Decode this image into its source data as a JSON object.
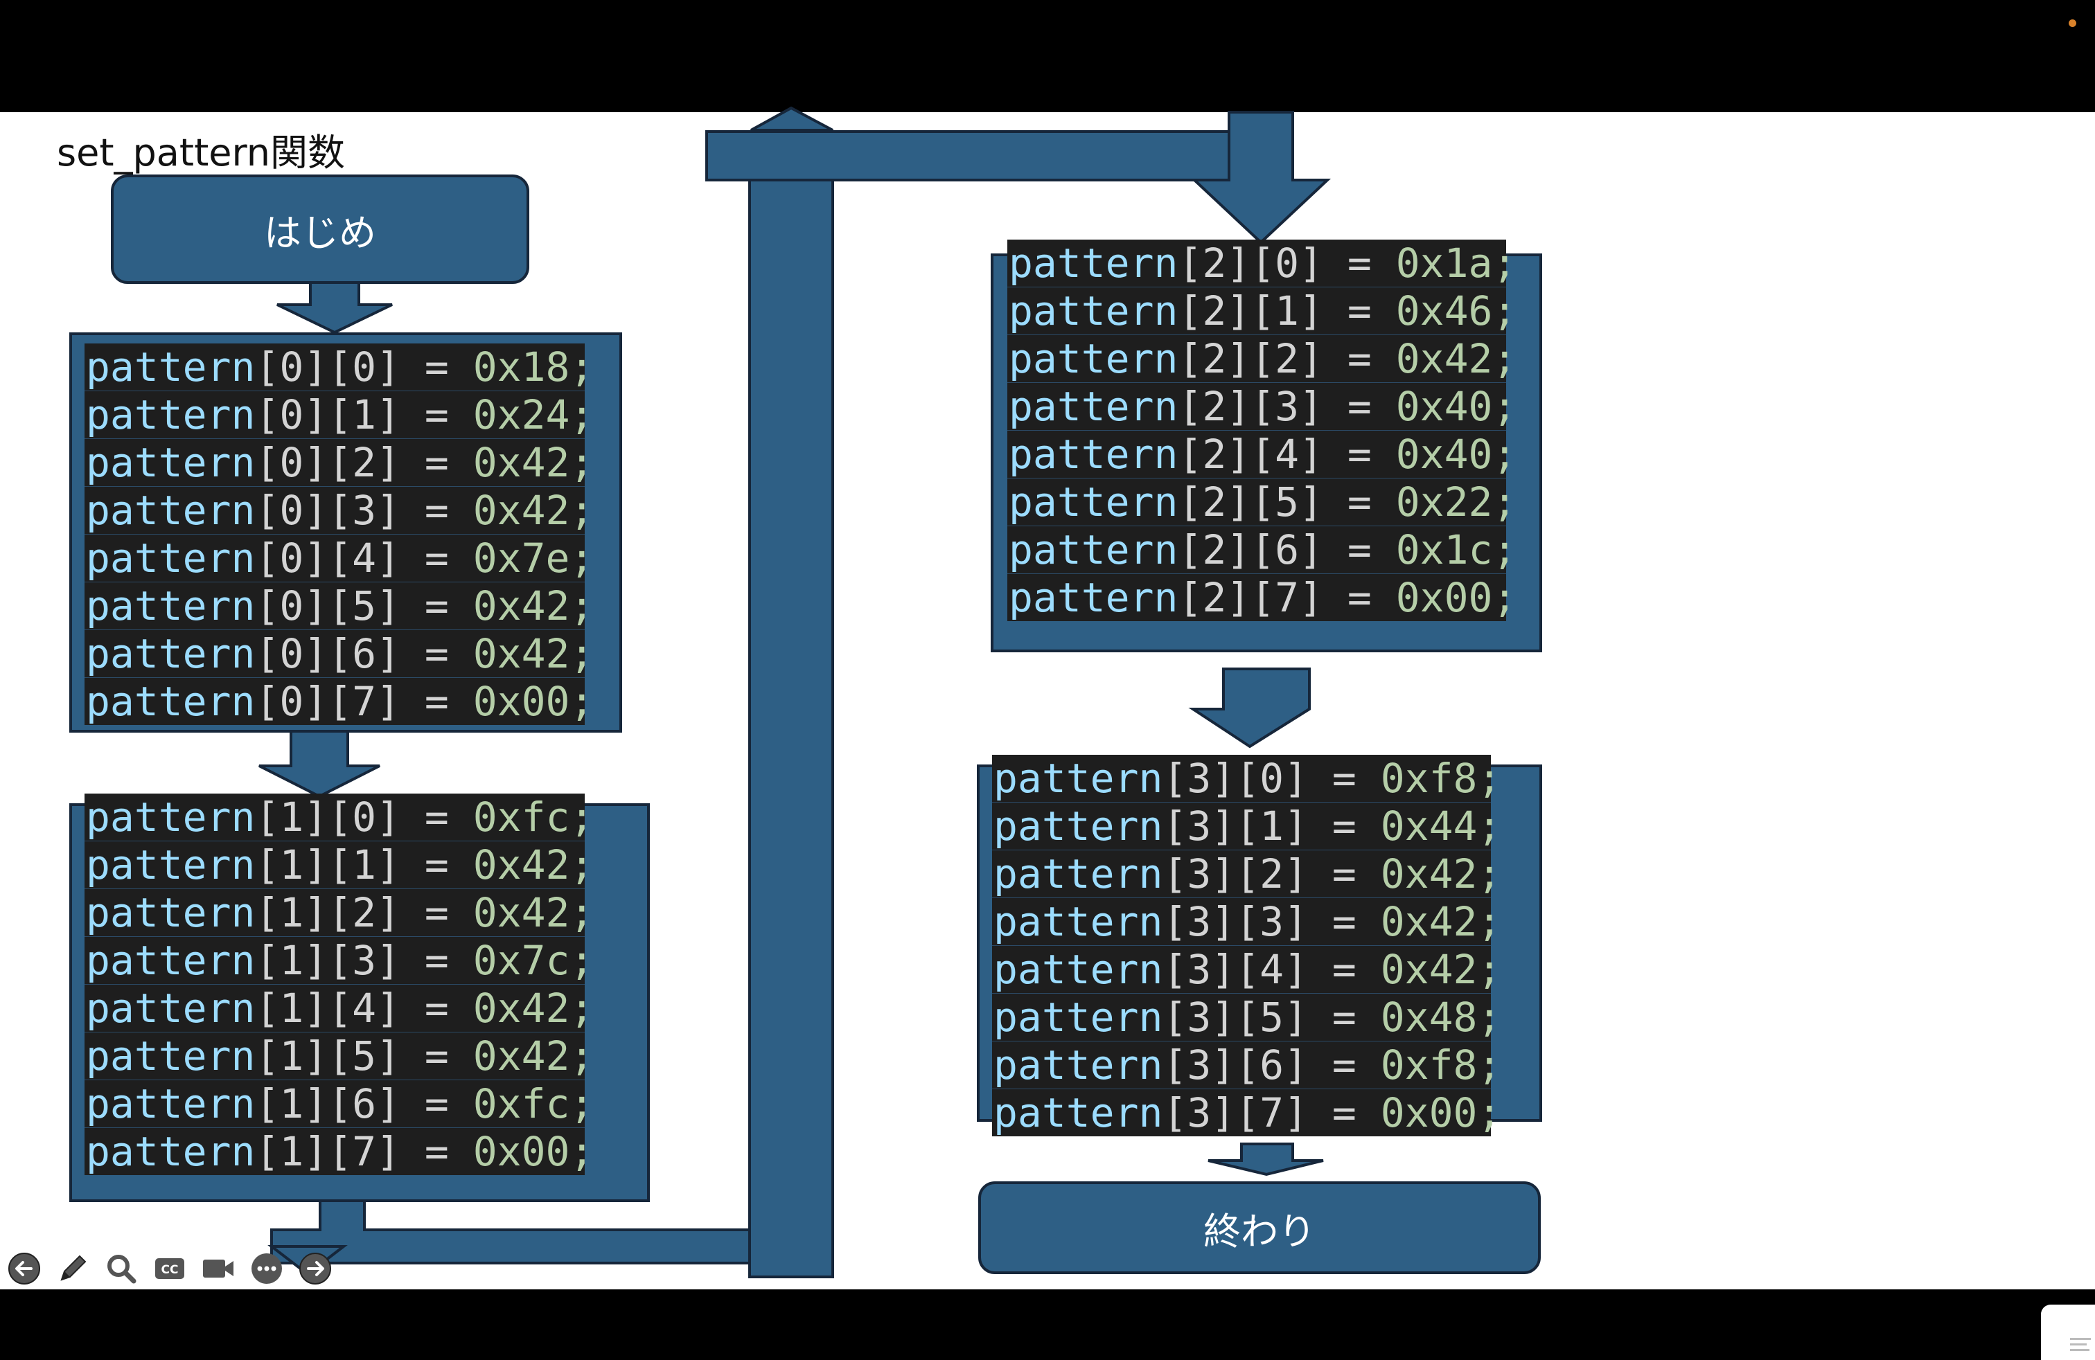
{
  "slide": {
    "title": "set_pattern関数",
    "start_label": "はじめ",
    "end_label": "終わり"
  },
  "blocks": [
    {
      "lines": [
        {
          "var": "pattern",
          "i": "[0]",
          "j": "[0]",
          "val": "0x18;"
        },
        {
          "var": "pattern",
          "i": "[0]",
          "j": "[1]",
          "val": "0x24;"
        },
        {
          "var": "pattern",
          "i": "[0]",
          "j": "[2]",
          "val": "0x42;"
        },
        {
          "var": "pattern",
          "i": "[0]",
          "j": "[3]",
          "val": "0x42;"
        },
        {
          "var": "pattern",
          "i": "[0]",
          "j": "[4]",
          "val": "0x7e;"
        },
        {
          "var": "pattern",
          "i": "[0]",
          "j": "[5]",
          "val": "0x42;"
        },
        {
          "var": "pattern",
          "i": "[0]",
          "j": "[6]",
          "val": "0x42;"
        },
        {
          "var": "pattern",
          "i": "[0]",
          "j": "[7]",
          "val": "0x00;"
        }
      ]
    },
    {
      "lines": [
        {
          "var": "pattern",
          "i": "[1]",
          "j": "[0]",
          "val": "0xfc;"
        },
        {
          "var": "pattern",
          "i": "[1]",
          "j": "[1]",
          "val": "0x42;"
        },
        {
          "var": "pattern",
          "i": "[1]",
          "j": "[2]",
          "val": "0x42;"
        },
        {
          "var": "pattern",
          "i": "[1]",
          "j": "[3]",
          "val": "0x7c;"
        },
        {
          "var": "pattern",
          "i": "[1]",
          "j": "[4]",
          "val": "0x42;"
        },
        {
          "var": "pattern",
          "i": "[1]",
          "j": "[5]",
          "val": "0x42;"
        },
        {
          "var": "pattern",
          "i": "[1]",
          "j": "[6]",
          "val": "0xfc;"
        },
        {
          "var": "pattern",
          "i": "[1]",
          "j": "[7]",
          "val": "0x00;"
        }
      ]
    },
    {
      "lines": [
        {
          "var": "pattern",
          "i": "[2]",
          "j": "[0]",
          "val": "0x1a;"
        },
        {
          "var": "pattern",
          "i": "[2]",
          "j": "[1]",
          "val": "0x46;"
        },
        {
          "var": "pattern",
          "i": "[2]",
          "j": "[2]",
          "val": "0x42;"
        },
        {
          "var": "pattern",
          "i": "[2]",
          "j": "[3]",
          "val": "0x40;"
        },
        {
          "var": "pattern",
          "i": "[2]",
          "j": "[4]",
          "val": "0x40;"
        },
        {
          "var": "pattern",
          "i": "[2]",
          "j": "[5]",
          "val": "0x22;"
        },
        {
          "var": "pattern",
          "i": "[2]",
          "j": "[6]",
          "val": "0x1c;"
        },
        {
          "var": "pattern",
          "i": "[2]",
          "j": "[7]",
          "val": "0x00;"
        }
      ]
    },
    {
      "lines": [
        {
          "var": "pattern",
          "i": "[3]",
          "j": "[0]",
          "val": "0xf8;"
        },
        {
          "var": "pattern",
          "i": "[3]",
          "j": "[1]",
          "val": "0x44;"
        },
        {
          "var": "pattern",
          "i": "[3]",
          "j": "[2]",
          "val": "0x42;"
        },
        {
          "var": "pattern",
          "i": "[3]",
          "j": "[3]",
          "val": "0x42;"
        },
        {
          "var": "pattern",
          "i": "[3]",
          "j": "[4]",
          "val": "0x42;"
        },
        {
          "var": "pattern",
          "i": "[3]",
          "j": "[5]",
          "val": "0x48;"
        },
        {
          "var": "pattern",
          "i": "[3]",
          "j": "[6]",
          "val": "0xf8;"
        },
        {
          "var": "pattern",
          "i": "[3]",
          "j": "[7]",
          "val": "0x00;"
        }
      ]
    }
  ],
  "toolbar": {
    "icons": [
      "back-icon",
      "pen-icon",
      "zoom-icon",
      "captions-icon",
      "video-icon",
      "more-icon",
      "forward-icon"
    ]
  },
  "colors": {
    "flow_fill": "#2e5f85",
    "flow_stroke": "#16263a",
    "code_bg": "#1e1e1e",
    "code_var": "#9cdcfe",
    "code_num": "#b5cea8",
    "code_punct": "#d4d4d4"
  }
}
